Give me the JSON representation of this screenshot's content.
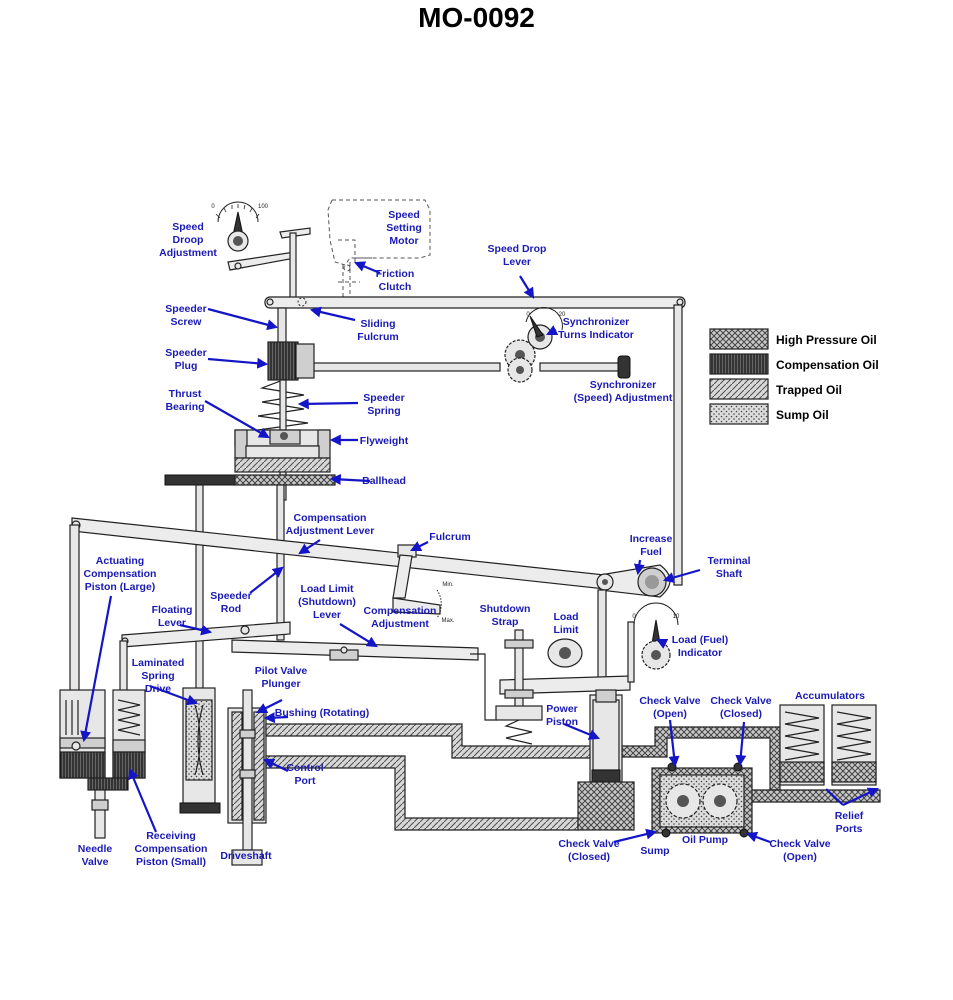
{
  "title": "MO-0092",
  "legend": [
    {
      "label": "High Pressure Oil",
      "pattern": "crosshatch"
    },
    {
      "label": "Compensation Oil",
      "pattern": "dark-vertical"
    },
    {
      "label": "Trapped Oil",
      "pattern": "diagonal"
    },
    {
      "label": "Sump Oil",
      "pattern": "dots"
    }
  ],
  "labels": {
    "speed_droop_adjustment": [
      "Speed",
      "Droop",
      "Adjustment"
    ],
    "speed_setting_motor": [
      "Speed",
      "Setting",
      "Motor"
    ],
    "friction_clutch": [
      "Friction",
      "Clutch"
    ],
    "speed_drop_lever": [
      "Speed Drop",
      "Lever"
    ],
    "speeder_screw": [
      "Speeder",
      "Screw"
    ],
    "sliding_fulcrum": [
      "Sliding",
      "Fulcrum"
    ],
    "synchronizer_turns_indicator": [
      "Synchronizer",
      "Turns Indicator"
    ],
    "speeder_plug": [
      "Speeder",
      "Plug"
    ],
    "synchronizer_speed_adjustment": [
      "Synchronizer",
      "(Speed) Adjustment"
    ],
    "thrust_bearing": [
      "Thrust",
      "Bearing"
    ],
    "speeder_spring": [
      "Speeder",
      "Spring"
    ],
    "flyweight": [
      "Flyweight"
    ],
    "ballhead": [
      "Ballhead"
    ],
    "compensation_adjustment_lever": [
      "Compensation",
      "Adjustment Lever"
    ],
    "fulcrum": [
      "Fulcrum"
    ],
    "increase_fuel": [
      "Increase",
      "Fuel"
    ],
    "terminal_shaft": [
      "Terminal",
      "Shaft"
    ],
    "actuating_compensation_piston": [
      "Actuating",
      "Compensation",
      "Piston (Large)"
    ],
    "speeder_rod": [
      "Speeder",
      "Rod"
    ],
    "load_limit_shutdown_lever": [
      "Load Limit",
      "(Shutdown)",
      "Lever"
    ],
    "compensation_adjustment": [
      "Compensation",
      "Adjustment"
    ],
    "shutdown_strap": [
      "Shutdown",
      "Strap"
    ],
    "load_limit": [
      "Load",
      "Limit"
    ],
    "load_fuel_indicator": [
      "Load (Fuel)",
      "Indicator"
    ],
    "floating_lever": [
      "Floating",
      "Lever"
    ],
    "laminated_spring_drive": [
      "Laminated",
      "Spring",
      "Drive"
    ],
    "pilot_valve_plunger": [
      "Pilot Valve",
      "Plunger"
    ],
    "bushing_rotating": [
      "Bushing (Rotating)"
    ],
    "power_piston": [
      "Power",
      "Piston"
    ],
    "check_valve_open_top": [
      "Check Valve",
      "(Open)"
    ],
    "check_valve_closed_top": [
      "Check Valve",
      "(Closed)"
    ],
    "accumulators": [
      "Accumulators"
    ],
    "control_port": [
      "Control",
      "Port"
    ],
    "relief_ports": [
      "Relief",
      "Ports"
    ],
    "needle_valve": [
      "Needle",
      "Valve"
    ],
    "receiving_compensation_piston": [
      "Receiving",
      "Compensation",
      "Piston (Small)"
    ],
    "driveshaft": [
      "Driveshaft"
    ],
    "check_valve_closed_bottom": [
      "Check Valve",
      "(Closed)"
    ],
    "sump": [
      "Sump"
    ],
    "oil_pump": [
      "Oil Pump"
    ],
    "check_valve_open_bottom": [
      "Check Valve",
      "(Open)"
    ]
  },
  "scale_marks": {
    "droop_min": "0",
    "droop_max": "100",
    "sync_min": "0",
    "sync_max": "20",
    "comp_min": "Min.",
    "comp_max": "Max.",
    "load_min": "0",
    "load_max": "10"
  },
  "colors": {
    "label_blue": "#1a1ab4",
    "arrow_blue": "#1515c8",
    "part_gray": "#e7e7e7"
  }
}
